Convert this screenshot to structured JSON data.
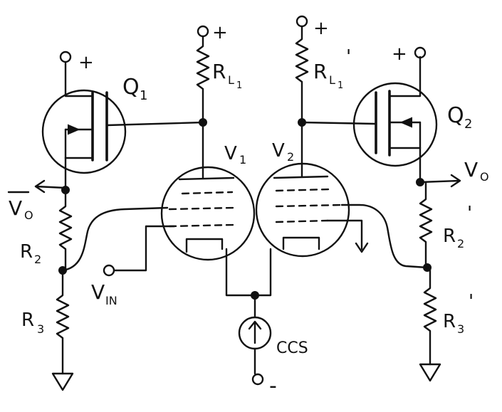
{
  "colors": {
    "ink": "#111111",
    "paper": "#ffffff"
  },
  "labels": {
    "q1": "Q",
    "q1_sub": "1",
    "q2": "Q",
    "q2_sub": "2",
    "v1": "V",
    "v1_sub": "1",
    "v2": "V",
    "v2_sub": "2",
    "rl1": "R",
    "rl1_sub": "L",
    "rl1_sub2": "1",
    "rl1p": "R",
    "rl1p_sub": "L",
    "rl1p_sub2": "1",
    "rl1p_prime": "'",
    "r2": "R",
    "r2_sub": "2",
    "r3": "R",
    "r3_sub": "3",
    "r2p": "R",
    "r2p_sub": "2",
    "r2p_prime": "'",
    "r3p": "R",
    "r3p_sub": "3",
    "r3p_prime": "'",
    "vo_left": "V",
    "vo_left_sub": "O",
    "vo_right": "V",
    "vo_right_sub": "O",
    "vin": "V",
    "vin_sub": "IN",
    "ccs": "CCS",
    "plus_q1": "+",
    "plus_rl1": "+",
    "plus_rl1p": "+",
    "plus_q2": "+",
    "minus": "-"
  }
}
